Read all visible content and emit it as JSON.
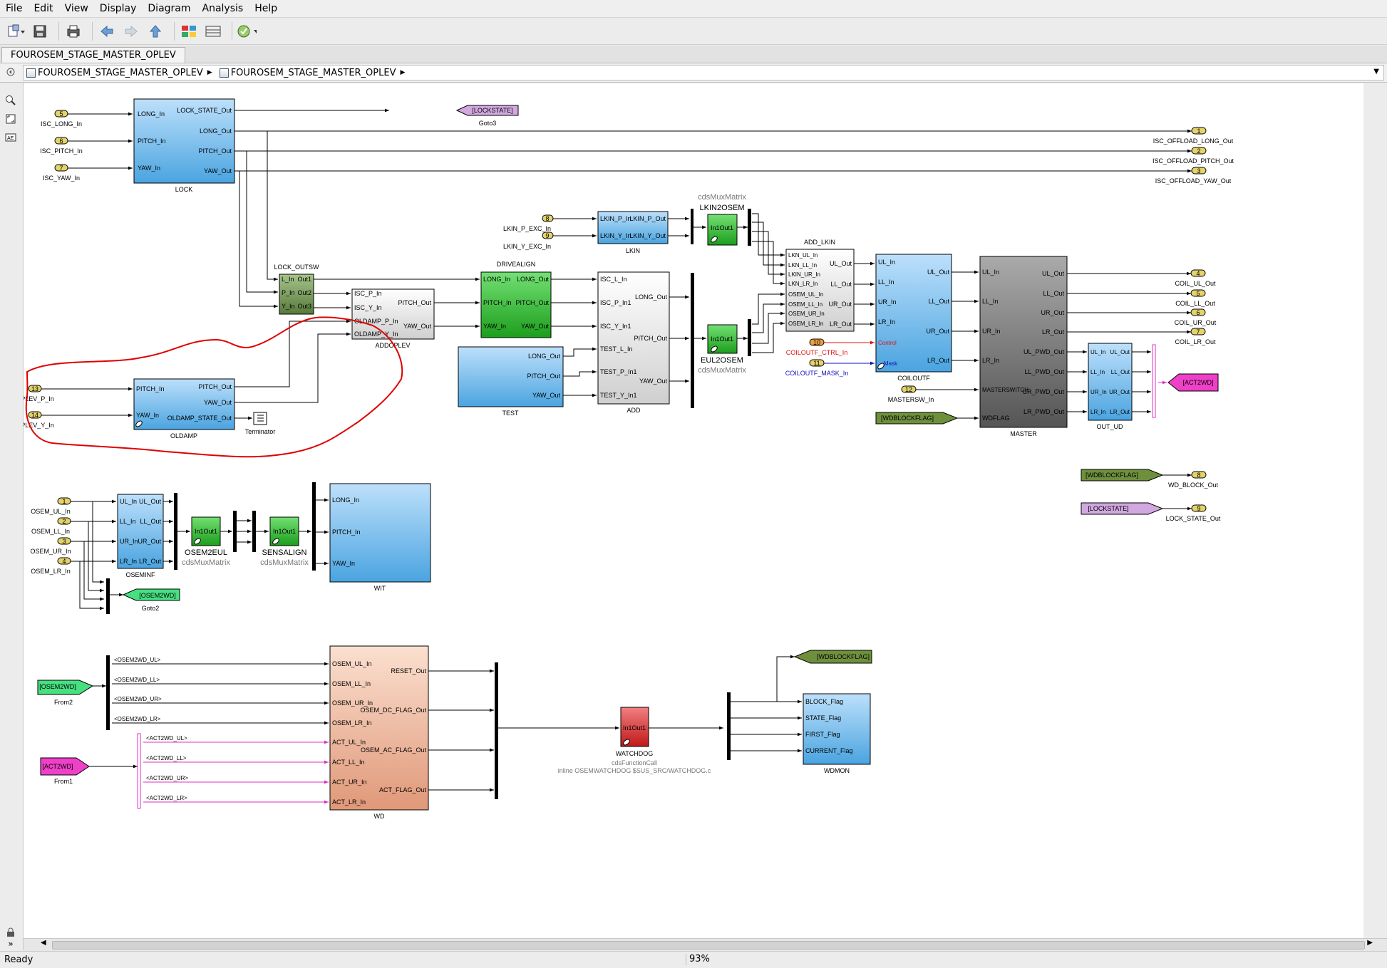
{
  "menu": [
    "File",
    "Edit",
    "View",
    "Display",
    "Diagram",
    "Analysis",
    "Help"
  ],
  "tab": {
    "label": "FOUROSEM_STAGE_MASTER_OPLEV"
  },
  "breadcrumb": [
    "FOUROSEM_STAGE_MASTER_OPLEV",
    "FOUROSEM_STAGE_MASTER_OPLEV"
  ],
  "status": {
    "text": "Ready",
    "zoom": "93%"
  },
  "diagram": {
    "blocks": {
      "lock": {
        "name": "LOCK",
        "in": [
          "LONG_In",
          "PITCH_In",
          "YAW_In"
        ],
        "out": [
          "LOCK_STATE_Out",
          "LONG_Out",
          "PITCH_Out",
          "YAW_Out"
        ]
      },
      "lock_outsw": {
        "name": "LOCK_OUTSW",
        "in": [
          "L_In",
          "P_In",
          "Y_In"
        ],
        "out": [
          "Out1",
          "Out2",
          "Out3"
        ]
      },
      "addoplev": {
        "name": "ADDOPLEV",
        "in": [
          "ISC_P_In",
          "ISC_Y_In",
          "OLDAMP_P_In",
          "OLDAMP_Y_In"
        ],
        "out": [
          "PITCH_Out",
          "YAW_Out"
        ]
      },
      "drivealign": {
        "name": "DRIVEALIGN",
        "in": [
          "LONG_In",
          "PITCH_In",
          "YAW_In"
        ],
        "out": [
          "LONG_Out",
          "PITCH_Out",
          "YAW_Out"
        ]
      },
      "add": {
        "name": "ADD",
        "in": [
          "ISC_L_In",
          "ISC_P_In1",
          "ISC_Y_In1",
          "TEST_L_In",
          "TEST_P_In1",
          "TEST_Y_In1"
        ],
        "out": [
          "LONG_Out",
          "PITCH_Out",
          "YAW_Out"
        ]
      },
      "test": {
        "name": "TEST",
        "out": [
          "LONG_Out",
          "PITCH_Out",
          "YAW_Out"
        ]
      },
      "lkin": {
        "name": "LKIN",
        "in": [
          "LKIN_P_In",
          "LKIN_Y_In"
        ],
        "out": [
          "LKIN_P_Out",
          "LKIN_Y_Out"
        ]
      },
      "lkin2osem": {
        "name": "LKIN2OSEM",
        "lib": "cdsMuxMatrix",
        "port": "In1Out1"
      },
      "eul2osem": {
        "name": "EUL2OSEM",
        "lib": "cdsMuxMatrix",
        "port": "In1Out1"
      },
      "add_lkin": {
        "name": "ADD_LKIN",
        "in": [
          "LKN_UL_In",
          "LKN_LL_In",
          "LKIN_UR_In",
          "LKN_LR_In",
          "OSEM_UL_In",
          "OSEM_LL_In",
          "OSEM_UR_In",
          "OSEM_LR_In"
        ],
        "out": [
          "UL_Out",
          "LL_Out",
          "UR_Out",
          "LR_Out"
        ]
      },
      "coiloutf": {
        "name": "COILOUTF",
        "in": [
          "UL_In",
          "LL_In",
          "UR_In",
          "LR_In",
          "Control",
          "Mask"
        ],
        "out": [
          "UL_Out",
          "LL_Out",
          "UR_Out",
          "LR_Out"
        ]
      },
      "master": {
        "name": "MASTER",
        "in": [
          "UL_In",
          "LL_In",
          "UR_In",
          "LR_In",
          "MASTERSWITCH",
          "WDFLAG"
        ],
        "out": [
          "UL_Out",
          "LL_Out",
          "UR_Out",
          "LR_Out",
          "UL_PWD_Out",
          "LL_PWD_Out",
          "UR_PWD_Out",
          "LR_PWD_Out"
        ]
      },
      "out_ud": {
        "name": "OUT_UD",
        "in": [
          "UL_In",
          "LL_In",
          "UR_In",
          "LR_In"
        ],
        "out": [
          "UL_Out",
          "LL_Out",
          "UR_Out",
          "LR_Out"
        ]
      },
      "oldamp": {
        "name": "OLDAMP",
        "in": [
          "PITCH_In",
          "YAW_In"
        ],
        "out": [
          "PITCH_Out",
          "YAW_Out",
          "OLDAMP_STATE_Out"
        ]
      },
      "terminator": {
        "name": "Terminator"
      },
      "oseminf": {
        "name": "OSEMINF",
        "in": [
          "UL_In",
          "LL_In",
          "UR_In",
          "LR_In"
        ],
        "out": [
          "UL_Out",
          "LL_Out",
          "UR_Out",
          "LR_Out"
        ]
      },
      "osem2eul": {
        "name": "OSEM2EUL",
        "lib": "cdsMuxMatrix",
        "port": "In1Out1"
      },
      "sensalign": {
        "name": "SENSALIGN",
        "lib": "cdsMuxMatrix",
        "port": "In1Out1"
      },
      "wit": {
        "name": "WIT",
        "in": [
          "LONG_In",
          "PITCH_In",
          "YAW_In"
        ]
      },
      "wd": {
        "name": "WD",
        "in": [
          "OSEM_UL_In",
          "OSEM_LL_In",
          "OSEM_UR_In",
          "OSEM_LR_In",
          "ACT_UL_In",
          "ACT_LL_In",
          "ACT_UR_In",
          "ACT_LR_In"
        ],
        "out": [
          "RESET_Out",
          "OSEM_DC_FLAG_Out",
          "OSEM_AC_FLAG_Out",
          "ACT_FLAG_Out"
        ]
      },
      "watchdog": {
        "name": "WATCHDOG",
        "lib": "cdsFunctionCall",
        "note": "inline OSEMWATCHDOG $SUS_SRC/WATCHDOG.c",
        "port": "In1Out1"
      },
      "wdmon": {
        "name": "WDMON",
        "in": [
          "BLOCK_Flag",
          "STATE_Flag",
          "FIRST_Flag",
          "CURRENT_Flag"
        ]
      }
    },
    "inports": [
      {
        "num": "5",
        "label": "ISC_LONG_In"
      },
      {
        "num": "6",
        "label": "ISC_PITCH_In"
      },
      {
        "num": "7",
        "label": "ISC_YAW_In"
      },
      {
        "num": "8",
        "label": "LKIN_P_EXC_In"
      },
      {
        "num": "9",
        "label": "LKIN_Y_EXC_In"
      },
      {
        "num": "10",
        "label": "COILOUTF_CTRL_In"
      },
      {
        "num": "11",
        "label": "COILOUTF_MASK_In"
      },
      {
        "num": "12",
        "label": "MASTERSW_In"
      },
      {
        "num": "13",
        "label": "OPLEV_P_In"
      },
      {
        "num": "14",
        "label": "OPLEV_Y_In"
      },
      {
        "num": "1",
        "label": "OSEM_UL_In"
      },
      {
        "num": "2",
        "label": "OSEM_LL_In"
      },
      {
        "num": "3",
        "label": "OSEM_UR_In"
      },
      {
        "num": "4",
        "label": "OSEM_LR_In"
      }
    ],
    "outports": [
      {
        "num": "1",
        "label": "ISC_OFFLOAD_LONG_Out"
      },
      {
        "num": "2",
        "label": "ISC_OFFLOAD_PITCH_Out"
      },
      {
        "num": "3",
        "label": "ISC_OFFLOAD_YAW_Out"
      },
      {
        "num": "4",
        "label": "COIL_UL_Out"
      },
      {
        "num": "5",
        "label": "COIL_LL_Out"
      },
      {
        "num": "6",
        "label": "COIL_UR_Out"
      },
      {
        "num": "7",
        "label": "COIL_LR_Out"
      },
      {
        "num": "8",
        "label": "WD_BLOCK_Out"
      },
      {
        "num": "9",
        "label": "LOCK_STATE_Out"
      }
    ],
    "tags": {
      "lockstate": "[LOCKSTATE]",
      "goto3": "Goto3",
      "act2wd": "[ACT2WD]",
      "wdblockflag": "[WDBLOCKFLAG]",
      "osem2wd": "[OSEM2WD]",
      "goto2": "Goto2",
      "from2": "From2",
      "from1": "From1"
    },
    "bus_osem": [
      "<OSEM2WD_UL>",
      "<OSEM2WD_LL>",
      "<OSEM2WD_UR>",
      "<OSEM2WD_LR>"
    ],
    "bus_act": [
      "<ACT2WD_UL>",
      "<ACT2WD_LL>",
      "<ACT2WD_UR>",
      "<ACT2WD_LR>"
    ]
  }
}
